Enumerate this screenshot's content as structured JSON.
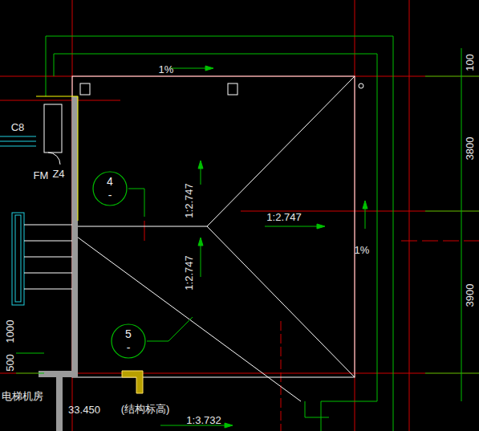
{
  "diagram": {
    "nodes": [
      {
        "text": [
          "4",
          "-"
        ]
      },
      {
        "text": [
          "5",
          "-"
        ]
      }
    ],
    "labels": [
      "1%",
      "C8",
      "FM",
      "Z4",
      "1:2.747",
      "1:2.747",
      "1%",
      "1:2.747",
      "1000",
      "500",
      "电梯机房",
      "33.450",
      "(结构标高)",
      "1:3.732",
      "100",
      "3800",
      "3900"
    ]
  }
}
